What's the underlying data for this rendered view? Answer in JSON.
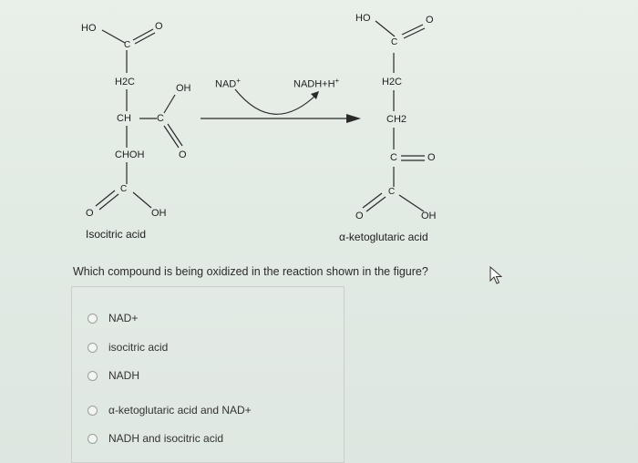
{
  "reaction": {
    "reactant": {
      "name": "Isocitric acid",
      "labels": {
        "ho_top": "HO",
        "o_top": "O",
        "c_top": "C",
        "h2c": "H2C",
        "oh_mid": "OH",
        "ch": "CH",
        "c_mid": "C",
        "o_mid": "O",
        "choh": "CHOH",
        "c_bot": "C",
        "o_bot": "O",
        "oh_bot": "OH"
      }
    },
    "cofactor_in": "NAD",
    "cofactor_in_sup": "+",
    "cofactor_out": "NADH+H",
    "cofactor_out_sup": "+",
    "product": {
      "name": "α-ketoglutaric acid",
      "labels": {
        "ho_top": "HO",
        "o_top": "O",
        "c_top": "C",
        "h2c": "H2C",
        "ch2": "CH2",
        "c_keto": "C",
        "o_keto": "O",
        "c_bot": "C",
        "o_bot": "O",
        "oh_bot": "OH"
      }
    }
  },
  "question": {
    "text": "Which compound is being oxidized in the reaction shown in the figure?",
    "options": [
      {
        "label": "NAD+"
      },
      {
        "label": "isocitric acid"
      },
      {
        "label": "NADH"
      },
      {
        "label": "α-ketoglutaric acid and NAD+"
      },
      {
        "label": "NADH and isocitric acid"
      }
    ]
  }
}
